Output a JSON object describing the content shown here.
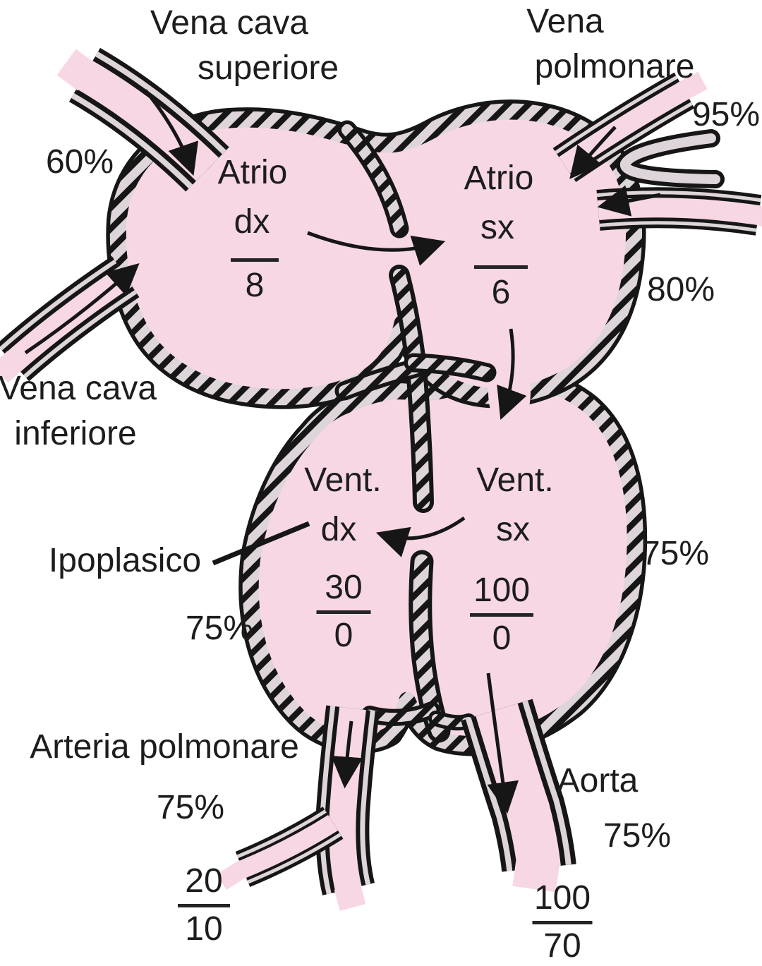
{
  "palette": {
    "chamber_pink": "#f8d7e5",
    "wall_gray": "#ddd5d9",
    "ink": "#161616"
  },
  "chambers": {
    "atrio_dx": {
      "l1": "Atrio",
      "l2": "dx",
      "mean_pressure": "8"
    },
    "atrio_sx": {
      "l1": "Atrio",
      "l2": "sx",
      "mean_pressure": "6"
    },
    "vent_dx": {
      "l1": "Vent.",
      "l2": "dx",
      "pressure_sys": "30",
      "pressure_dia": "0"
    },
    "vent_sx": {
      "l1": "Vent.",
      "l2": "sx",
      "pressure_sys": "100",
      "pressure_dia": "0"
    }
  },
  "vessels": {
    "vena_cava_superiore": {
      "l1": "Vena cava",
      "l2": "superiore",
      "saturation": "60%"
    },
    "vena_cava_inferiore": {
      "l1": "Vena cava",
      "l2": "inferiore"
    },
    "vena_polmonare": {
      "l1": "Vena",
      "l2": "polmonare",
      "saturation": "95%"
    },
    "arteria_polmonare": {
      "label": "Arteria polmonare",
      "saturation": "75%",
      "pressure_sys": "20",
      "pressure_dia": "10"
    },
    "aorta": {
      "label": "Aorta",
      "saturation": "75%",
      "pressure_sys": "100",
      "pressure_dia": "70"
    }
  },
  "saturations": {
    "atrio_sx_region": "80%",
    "vent_sx_region": "75%",
    "vent_dx_region": "75%"
  },
  "annotations": {
    "ipoplasico": "Ipoplasico"
  }
}
